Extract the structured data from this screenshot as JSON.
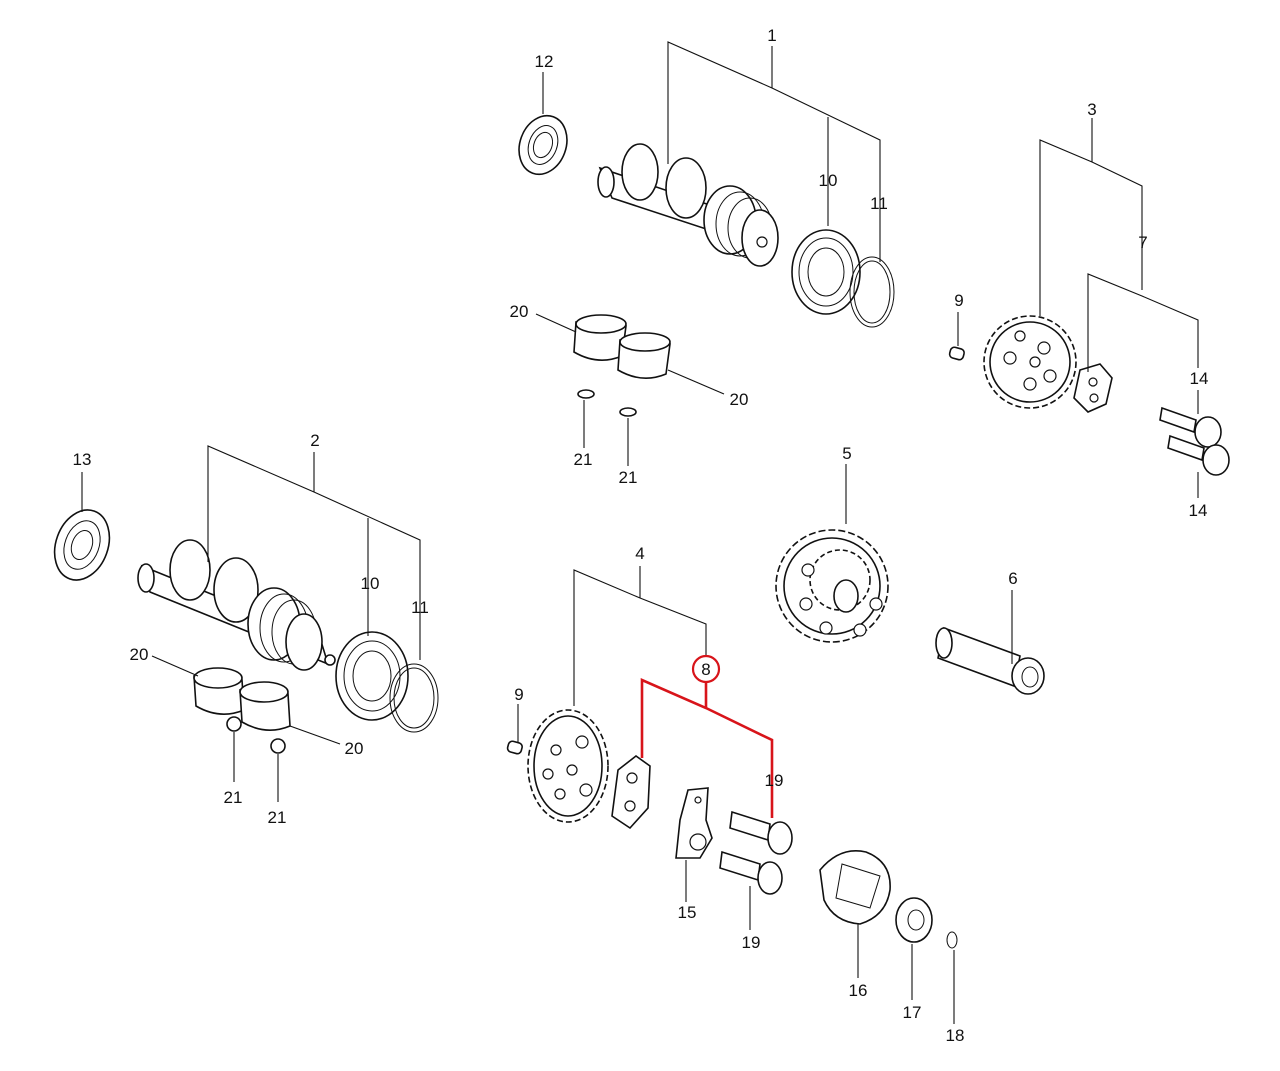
{
  "diagram": {
    "callouts": {
      "c1": "1",
      "c2": "2",
      "c3": "3",
      "c4": "4",
      "c5": "5",
      "c6": "6",
      "c7": "7",
      "c8": "8",
      "c9a": "9",
      "c9b": "9",
      "c10a": "10",
      "c10b": "10",
      "c11a": "11",
      "c11b": "11",
      "c12": "12",
      "c13": "13",
      "c14a": "14",
      "c14b": "14",
      "c15": "15",
      "c16": "16",
      "c17": "17",
      "c18": "18",
      "c19a": "19",
      "c19b": "19",
      "c20a": "20",
      "c20b": "20",
      "c20c": "20",
      "c20d": "20",
      "c21a": "21",
      "c21b": "21",
      "c21c": "21",
      "c21d": "21"
    },
    "highlighted_part": "8",
    "highlight_color": "#d8141a",
    "line_color": "#111111"
  }
}
